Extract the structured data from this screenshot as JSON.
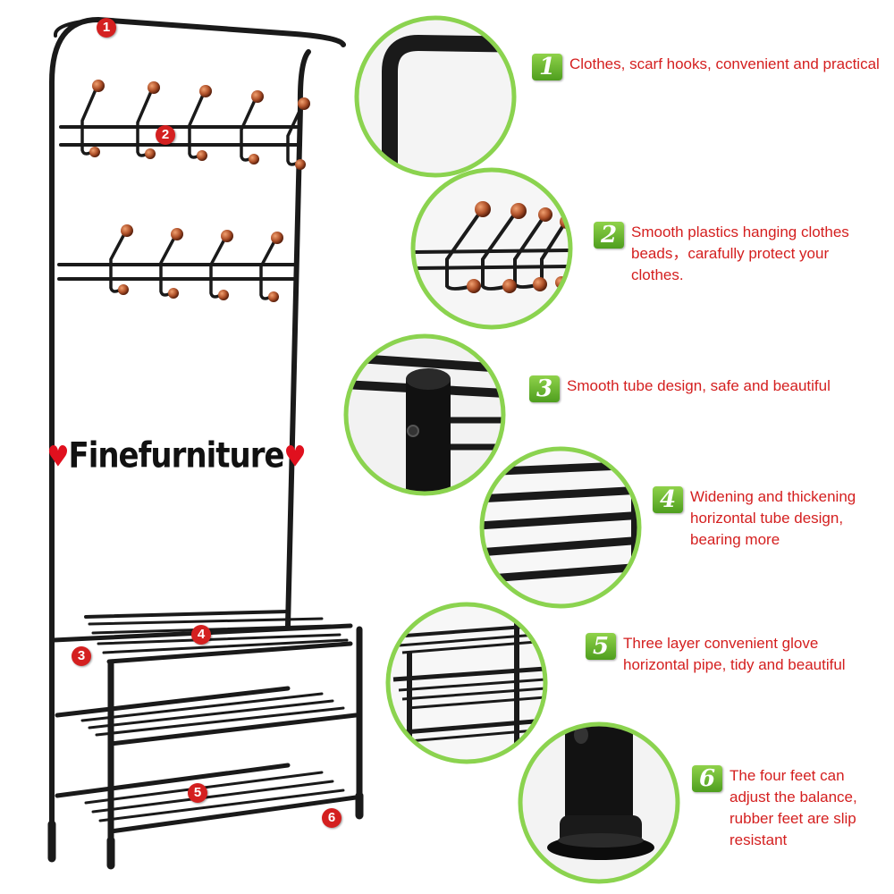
{
  "brand": {
    "name": "Finefurniture",
    "heart_left": "♥",
    "heart_right": "♥"
  },
  "callouts": [
    "1",
    "2",
    "3",
    "4",
    "5",
    "6"
  ],
  "features": [
    {
      "number": "1",
      "text": "Clothes, scarf hooks, convenient and practical"
    },
    {
      "number": "2",
      "text": "Smooth plastics  hanging clothes beads，carafully protect your clothes."
    },
    {
      "number": "3",
      "text": "Smooth tube design, safe and beautiful"
    },
    {
      "number": "4",
      "text": "Widening and thickening horizontal tube design, bearing more"
    },
    {
      "number": "5",
      "text": "Three layer convenient glove horizontal pipe, tidy and beautiful"
    },
    {
      "number": "6",
      "text": "The four feet can adjust the balance, rubber feet are slip resistant"
    }
  ],
  "colors": {
    "accent_red": "#d41f1f",
    "badge_green": "#6cb82e",
    "circle_border": "#8bd34f",
    "metal": "#1a1a1a",
    "bead": "#b0522a"
  }
}
